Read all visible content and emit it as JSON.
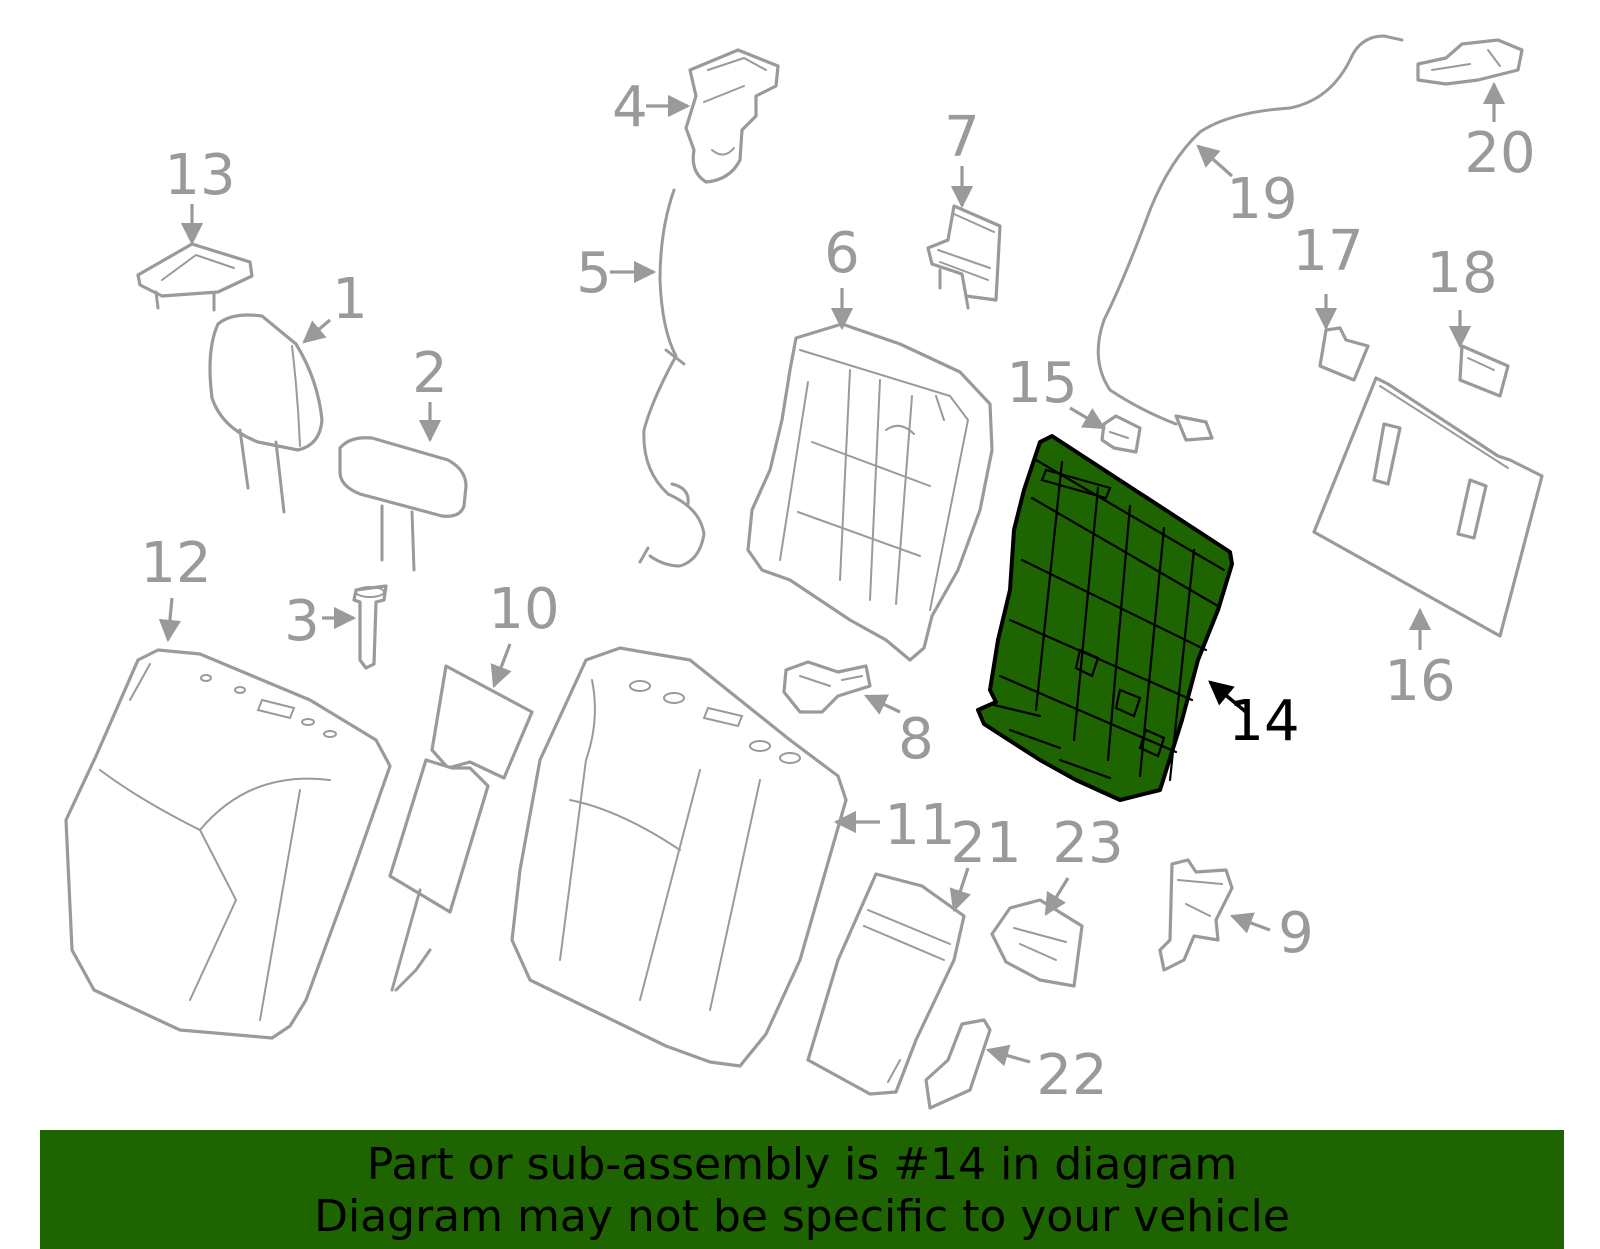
{
  "highlight_color": "#1e6400",
  "line_color": "#9a9a9a",
  "highlighted_part": "14",
  "callouts": {
    "c1": "1",
    "c2": "2",
    "c3": "3",
    "c4": "4",
    "c5": "5",
    "c6": "6",
    "c7": "7",
    "c8": "8",
    "c9": "9",
    "c10": "10",
    "c11": "11",
    "c12": "12",
    "c13": "13",
    "c14": "14",
    "c15": "15",
    "c16": "16",
    "c17": "17",
    "c18": "18",
    "c19": "19",
    "c20": "20",
    "c21": "21",
    "c22": "22",
    "c23": "23"
  },
  "banner": {
    "line1": "Part or sub-assembly is #14 in diagram",
    "line2": "Diagram may not be specific to your vehicle"
  }
}
